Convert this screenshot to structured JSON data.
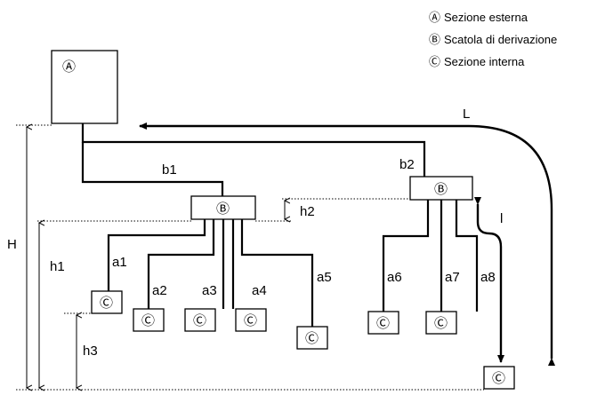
{
  "legend": [
    {
      "symbol": "Ⓐ",
      "text": "Sezione esterna"
    },
    {
      "symbol": "Ⓑ",
      "text": "Scatola di derivazione"
    },
    {
      "symbol": "Ⓒ",
      "text": "Sezione interna"
    }
  ],
  "units": {
    "outdoor": "Ⓐ",
    "branch_box": "Ⓑ",
    "indoor": "Ⓒ"
  },
  "pipes": {
    "b1": "b1",
    "b2": "b2",
    "a1": "a1",
    "a2": "a2",
    "a3": "a3",
    "a4": "a4",
    "a5": "a5",
    "a6": "a6",
    "a7": "a7",
    "a8": "a8"
  },
  "dimensions": {
    "L": "L",
    "l": "l",
    "H": "H",
    "h1": "h1",
    "h2": "h2",
    "h3": "h3"
  }
}
